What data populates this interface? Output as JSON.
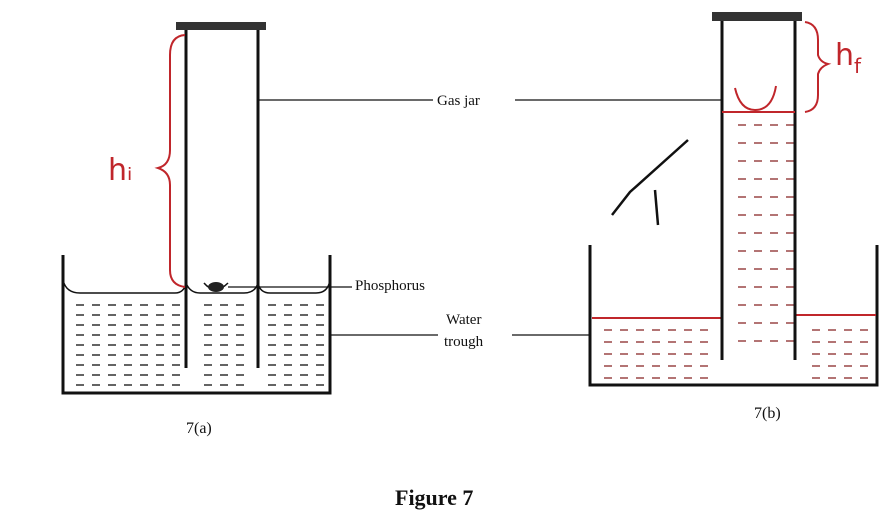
{
  "labels": {
    "gas_jar": "Gas jar",
    "phosphorus": "Phosphorus",
    "water_trough_line1": "Water",
    "water_trough_line2": "trough"
  },
  "captions": {
    "a": "7(a)",
    "b": "7(b)",
    "figure": "Figure 7"
  },
  "annotations": {
    "h_initial": "hᵢ",
    "h_final": "h_f"
  },
  "colors": {
    "ink": "#111111",
    "annotation": "#c0262b"
  }
}
